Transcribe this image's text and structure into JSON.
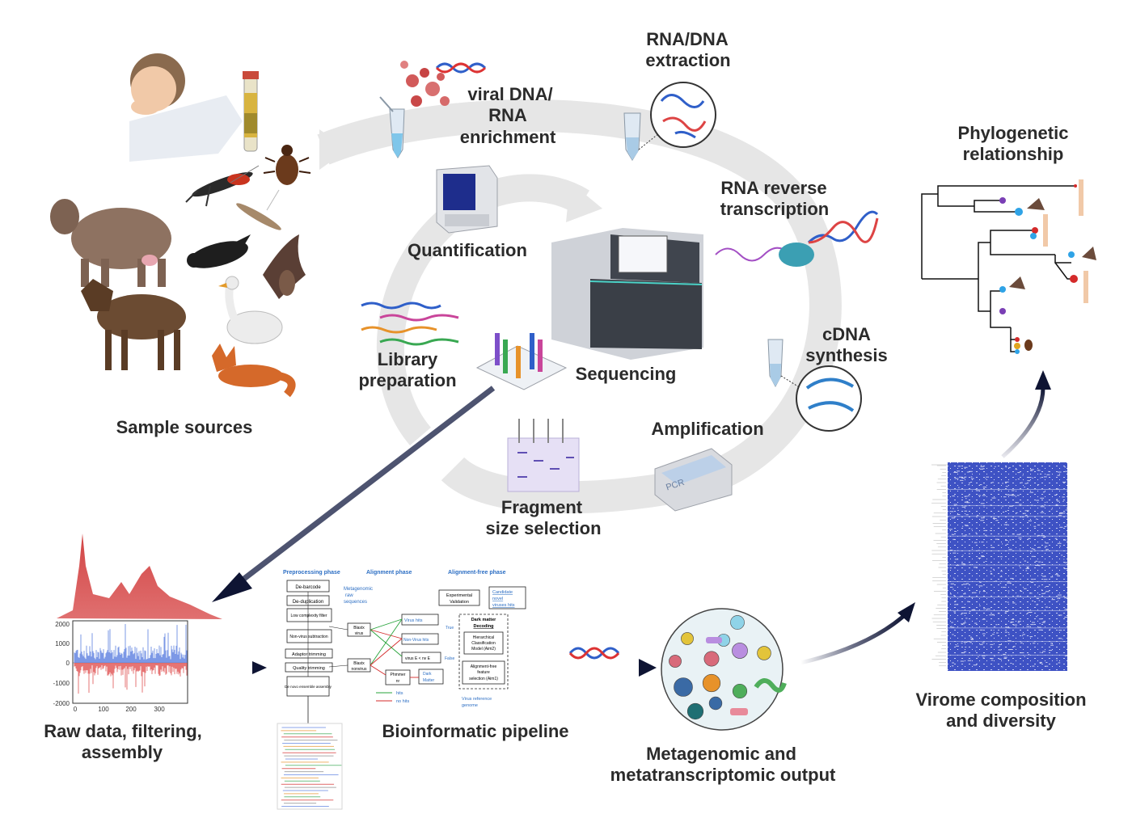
{
  "labels": {
    "sample_sources": "Sample sources",
    "viral_enrichment": [
      "viral DNA/",
      "RNA",
      "enrichment"
    ],
    "extraction": [
      "RNA/DNA",
      "extraction"
    ],
    "reverse_transcription": [
      "RNA reverse",
      "transcription"
    ],
    "cdna_synthesis": [
      "cDNA",
      "synthesis"
    ],
    "amplification": "Amplification",
    "pcr": "PCR",
    "fragment_selection": [
      "Fragment",
      "size selection"
    ],
    "sequencing": "Sequencing",
    "library_prep": [
      "Library",
      "preparation"
    ],
    "quantification": "Quantification",
    "phylogenetic": [
      "Phylogenetic",
      "relationship"
    ],
    "virome": [
      "Virome composition",
      "and diversity"
    ],
    "raw_data": [
      "Raw data, filtering,",
      "assembly"
    ],
    "bioinformatic": "Bioinformatic pipeline",
    "output": [
      "Metagenomic and",
      "metatranscriptomic output"
    ]
  },
  "raw_plot": {
    "y_ticks": [
      "2000",
      "1000",
      "0",
      "-1000",
      "-2000"
    ],
    "x_ticks": [
      "0",
      "100",
      "200",
      "300"
    ]
  },
  "pipeline": {
    "phases": [
      "Preprocessing phase",
      "Alignment phase",
      "Alignment-free phase"
    ],
    "preprocessing_steps": [
      "De-barcode",
      "De-duplication",
      "Low complexity filter",
      "Non-virus subtraction",
      "Adaptor trimming",
      "Quality trimming",
      "De novo ensemble assembly"
    ],
    "metagenomic_note": [
      "Metagenomic",
      "raw",
      "sequences"
    ],
    "blastx_virus": [
      "Blastx",
      "virus"
    ],
    "blastx_nonvirus": [
      "Blastx",
      "nonvirus"
    ],
    "phmmer": [
      "Phmmer",
      "nr"
    ],
    "virus_hits": "Virus hits",
    "nonvirus_hits": "Non-Virus hits",
    "virus_e": "virus E < nv E",
    "dark_matter": [
      "Dark",
      "Matter"
    ],
    "experimental": [
      "Experimental",
      "Validation"
    ],
    "candidate": [
      "Candidate",
      "novel",
      "viruses hits"
    ],
    "dark_decoding": [
      "Dark matter",
      "Decoding"
    ],
    "hierarchical": [
      "Hierarchical",
      "Classification",
      "Model (Aim2)"
    ],
    "alignment_free": [
      "Alignment-free",
      "feature",
      "selection (Aim1)"
    ],
    "true_label": "True",
    "false_label": "False",
    "legend_hits": "hits",
    "legend_nohits": "no hits",
    "virus_ref": [
      "Virus reference",
      "genome"
    ]
  },
  "colors": {
    "label_text": "#2b2b2b",
    "cycle_arrow": "#e6e6e6",
    "dark_arrow": "#0e1433",
    "heatmap": "#3e52c4",
    "raw_density": "#d24545",
    "raw_pos": "#5b7fe0",
    "raw_neg": "#e05252",
    "pipeline_blue": "#2d6fc4",
    "hit_green": "#27a33a",
    "nohit_red": "#d42a2a"
  },
  "icons": [
    "human-icon",
    "blood-tube-icon",
    "mosquito-icon",
    "tick-icon",
    "cow-icon",
    "horse-icon",
    "crow-icon",
    "bat-icon",
    "goose-icon",
    "fox-icon",
    "test-tube-icon",
    "dna-helix-icon",
    "sequencer-icon",
    "quantification-device-icon",
    "pcr-machine-icon",
    "gel-icon",
    "virus-icon",
    "reverse-transcriptase-icon"
  ]
}
